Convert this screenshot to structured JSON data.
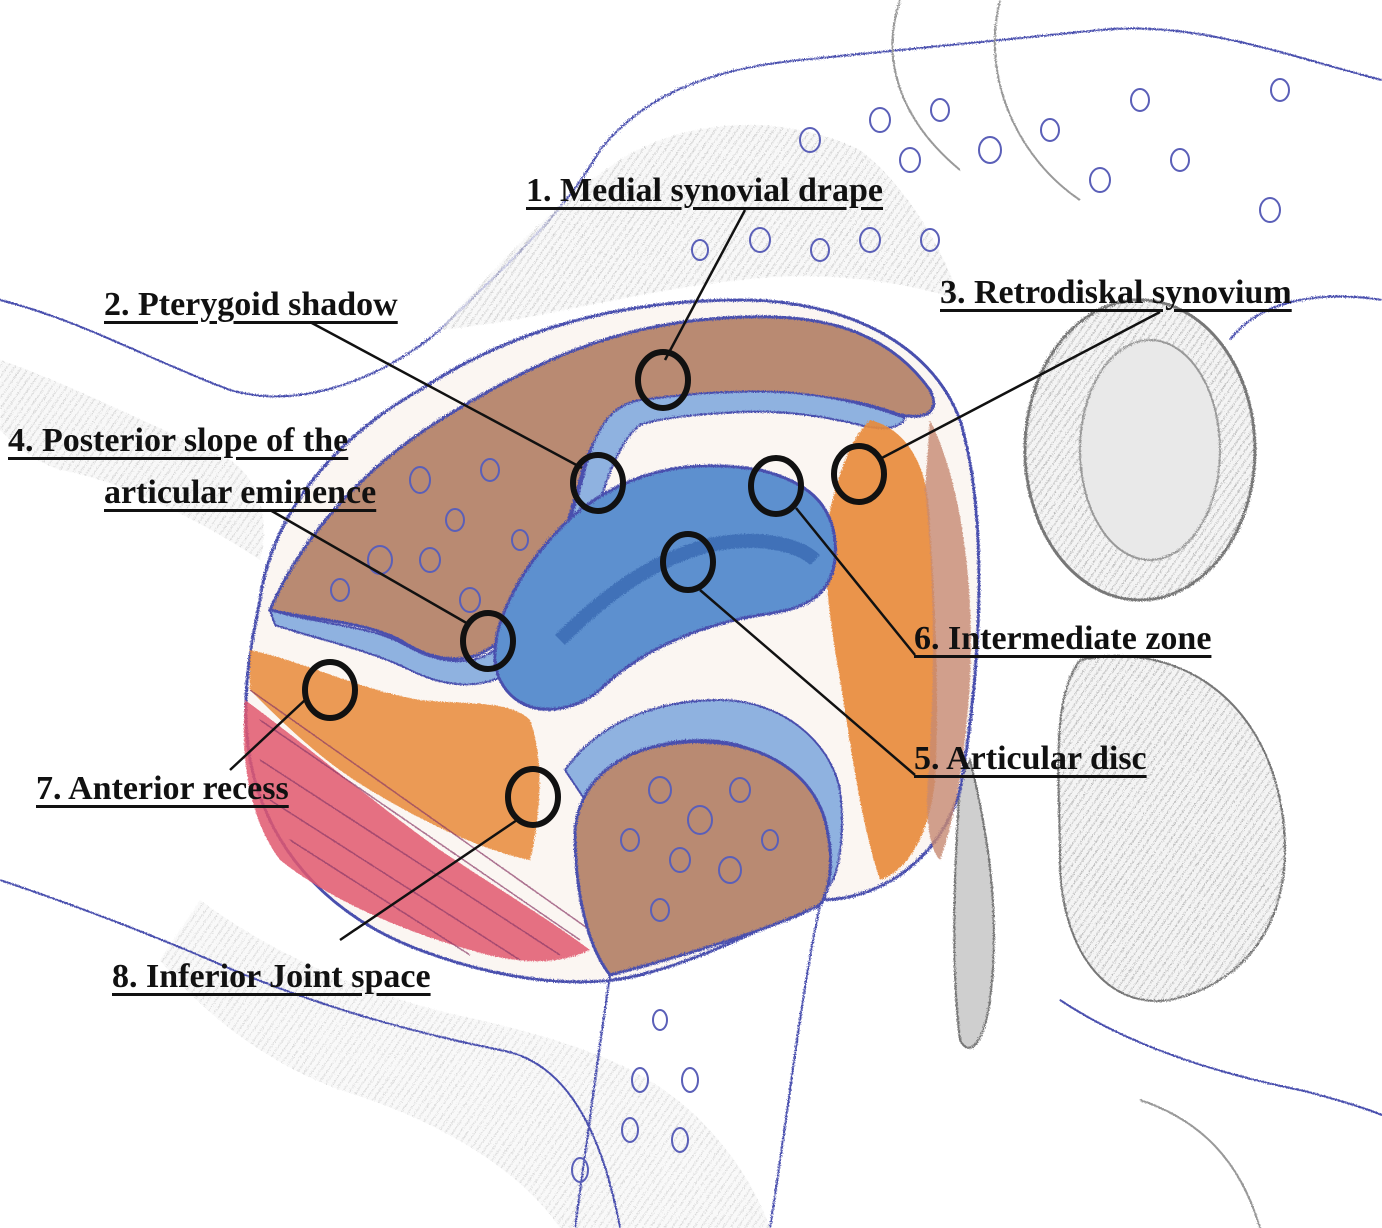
{
  "labels": [
    {
      "id": "l1",
      "text": "1. Medial synovial drape"
    },
    {
      "id": "l2",
      "text": "2. Pterygoid shadow"
    },
    {
      "id": "l3",
      "text": "3. Retrodiskal synovium"
    },
    {
      "id": "l4a",
      "text": "4. Posterior slope of the"
    },
    {
      "id": "l4b",
      "text": "articular eminence"
    },
    {
      "id": "l5",
      "text": "5. Articular disc"
    },
    {
      "id": "l6",
      "text": "6. Intermediate zone"
    },
    {
      "id": "l7",
      "text": "7. Anterior recess"
    },
    {
      "id": "l8",
      "text": "8. Inferior Joint space"
    }
  ],
  "colors": {
    "outline": "#4a4fae",
    "bone": "#b98a72",
    "disc": "#5d90cf",
    "retrodiscal": "#e8893a",
    "muscle": "#e0586e",
    "pencil": "#8c8c8c",
    "leader": "#111111"
  }
}
